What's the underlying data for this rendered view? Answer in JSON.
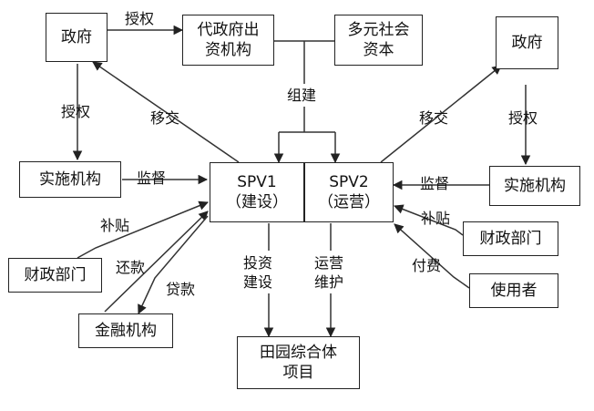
{
  "boxes": {
    "gov_left": "政府",
    "daizheng": [
      "代政府出",
      "资机构"
    ],
    "multi_capital": [
      "多元社会",
      "资本"
    ],
    "gov_right": "政府",
    "impl_left": "实施机构",
    "spv1": [
      "SPV1",
      "（建设）"
    ],
    "spv2": [
      "SPV2",
      "（运营）"
    ],
    "impl_right": "实施机构",
    "finance_left": "财政部门",
    "finance_right": "财政部门",
    "bank": "金融机构",
    "user": "使用者",
    "project": [
      "田园综合体",
      "项目"
    ]
  },
  "labels": {
    "shouquan_top": "授权",
    "shouquan_left": "授权",
    "shouquan_right": "授权",
    "yijiao_left": "移交",
    "yijiao_right": "移交",
    "zujian": "组建",
    "jiandu_left": "监督",
    "jiandu_right": "监督",
    "butie_left": "补贴",
    "butie_right": "补贴",
    "huankuan": "还款",
    "daikuan": "贷款",
    "touzi": [
      "投资",
      "建设"
    ],
    "yunying": [
      "运营",
      "维护"
    ],
    "fufei": "付费"
  }
}
